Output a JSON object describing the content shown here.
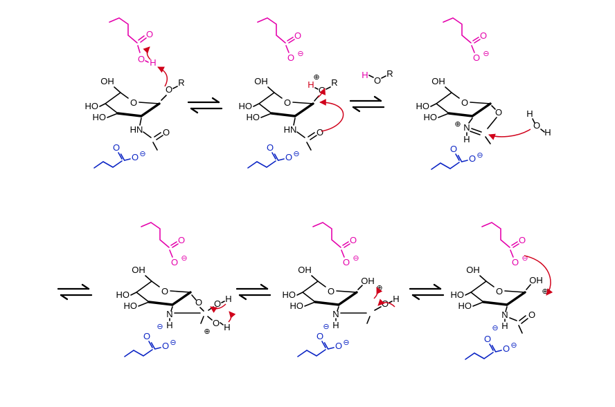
{
  "colors": {
    "background": "#ffffff",
    "magenta": "#e400ab",
    "blue": "#0b24c4",
    "red": "#d0021b",
    "black": "#000000"
  },
  "labels": {
    "OH": "OH",
    "HO": "HO",
    "O": "O",
    "H": "H",
    "R": "R",
    "N": "N",
    "HN": "HN",
    "plus": "⊕",
    "minus": "⊖"
  }
}
